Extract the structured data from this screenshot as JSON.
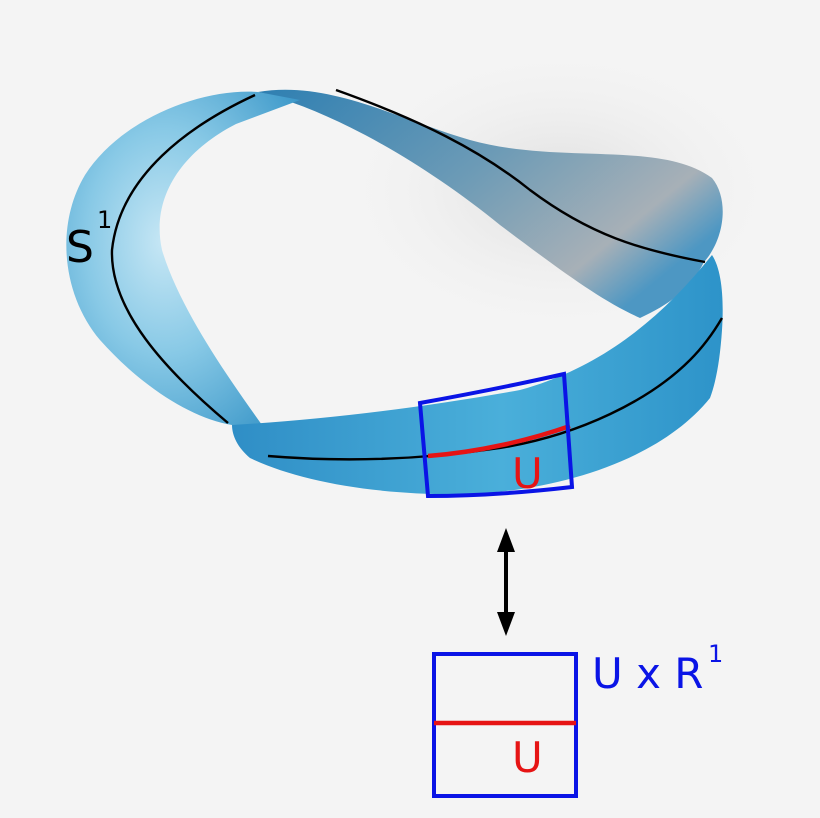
{
  "labels": {
    "circle_base": "S",
    "circle_exp": "1",
    "open_set_on_band": "U",
    "open_set_in_box": "U",
    "product_main": "U x R",
    "product_exp": "1"
  },
  "colors": {
    "band_main": "#3a9fd0",
    "band_light": "#9fd6ee",
    "band_shadow_grey": "#9fa9b0",
    "chart_box": "#0a14e6",
    "open_set": "#e61414",
    "centerline": "#000000",
    "background": "#f4f4f4"
  },
  "icons": {
    "correspondence": "double-headed-arrow-icon"
  }
}
